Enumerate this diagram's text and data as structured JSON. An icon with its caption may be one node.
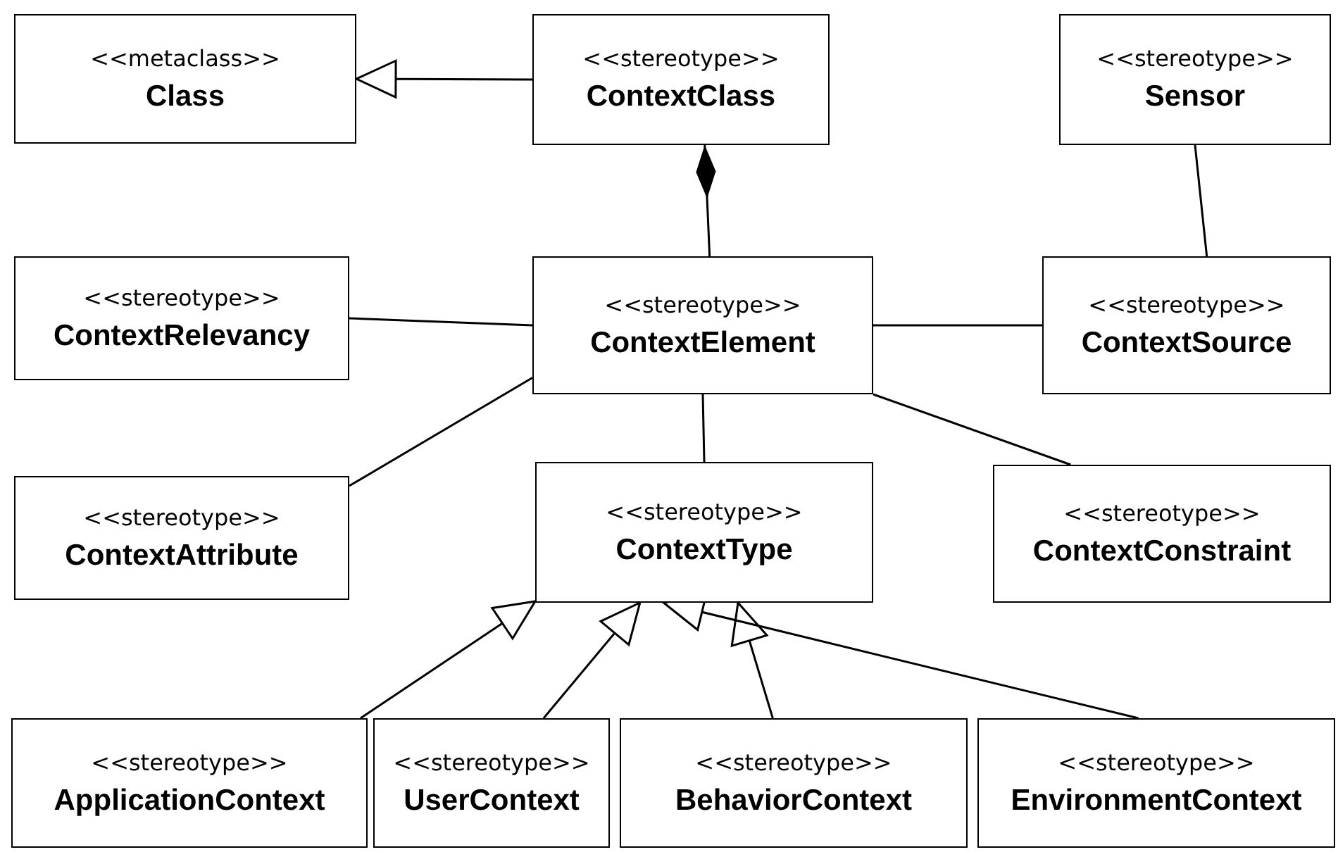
{
  "diagram": {
    "nodes": [
      {
        "text": [
          "<<metaclass>>",
          "Class"
        ]
      },
      {
        "text": [
          "<<stereotype>>",
          "ContextClass"
        ]
      },
      {
        "text": [
          "<<stereotype>>",
          "Sensor"
        ]
      },
      {
        "text": [
          "<<stereotype>>",
          "ContextRelevancy"
        ]
      },
      {
        "text": [
          "<<stereotype>>",
          "ContextElement"
        ]
      },
      {
        "text": [
          "<<stereotype>>",
          "ContextSource"
        ]
      },
      {
        "text": [
          "<<stereotype>>",
          "ContextAttribute"
        ]
      },
      {
        "text": [
          "<<stereotype>>",
          "ContextType"
        ]
      },
      {
        "text": [
          "<<stereotype>>",
          "ContextConstraint"
        ]
      },
      {
        "text": [
          "<<stereotype>>",
          "ApplicationContext"
        ]
      },
      {
        "text": [
          "<<stereotype>>",
          "UserContext"
        ]
      },
      {
        "text": [
          "<<stereotype>>",
          "BehaviorContext"
        ]
      },
      {
        "text": [
          "<<stereotype>>",
          "EnvironmentContext"
        ]
      }
    ],
    "edges": [
      {
        "from": 1,
        "to": 0,
        "arrow": "to"
      },
      {
        "from": 1,
        "to": 4,
        "arrow": "other"
      },
      {
        "from": 2,
        "to": 5,
        "arrow": "none"
      },
      {
        "from": 3,
        "to": 4,
        "arrow": "none"
      },
      {
        "from": 4,
        "to": 5,
        "arrow": "none"
      },
      {
        "from": 6,
        "to": 4,
        "arrow": "none"
      },
      {
        "from": 4,
        "to": 7,
        "arrow": "none"
      },
      {
        "from": 4,
        "to": 8,
        "arrow": "none"
      },
      {
        "from": 9,
        "to": 7,
        "arrow": "to"
      },
      {
        "from": 10,
        "to": 7,
        "arrow": "to"
      },
      {
        "from": 11,
        "to": 7,
        "arrow": "to"
      },
      {
        "from": 12,
        "to": 7,
        "arrow": "to"
      }
    ]
  }
}
